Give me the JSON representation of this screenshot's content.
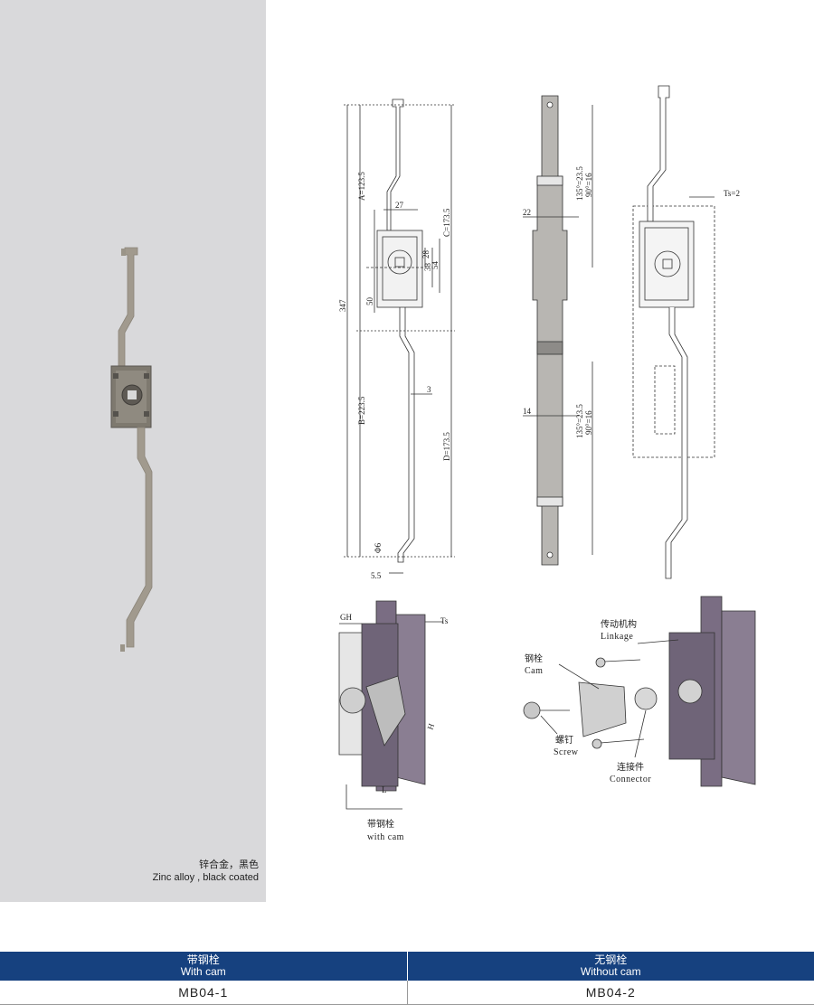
{
  "photo": {
    "caption_cn": "锌合金，黑色",
    "caption_en": "Zinc alloy , black coated"
  },
  "drawing1": {
    "dims": {
      "A": "A=123.5",
      "C": "C=173.5",
      "total": "347",
      "w27": "27",
      "d28": "28",
      "d38": "38",
      "d54": "54",
      "d50": "50",
      "t3": "3",
      "B": "B=223.5",
      "D": "D=173.5",
      "phi6": "Φ6",
      "d55": "5.5"
    }
  },
  "drawing2": {
    "dims": {
      "w22": "22",
      "w14": "14",
      "upper_a": "135°=23.5",
      "upper_b": "90°=16",
      "lower_a": "135°=23.5",
      "lower_b": "90°=16"
    }
  },
  "drawing3": {
    "ts": "Ts=2"
  },
  "detail_left": {
    "gh": "GH",
    "ts": "Ts",
    "h": "H",
    "l": "L",
    "caption_cn": "带钢栓",
    "caption_en": "with cam"
  },
  "detail_right": {
    "linkage_cn": "传动机构",
    "linkage_en": "Linkage",
    "cam_cn": "钢栓",
    "cam_en": "Cam",
    "screw_cn": "螺钉",
    "screw_en": "Screw",
    "connector_cn": "连接件",
    "connector_en": "Connector"
  },
  "table": {
    "headers": [
      {
        "cn": "带钢栓",
        "en": "With cam"
      },
      {
        "cn": "无钢栓",
        "en": "Without cam"
      }
    ],
    "models": [
      "MB04-1",
      "MB04-2"
    ]
  },
  "colors": {
    "header_blue": "#16417f",
    "photo_bg": "#d9d9db",
    "rod_tan": "#a19a8e",
    "purple_plate": "#6f6478"
  }
}
